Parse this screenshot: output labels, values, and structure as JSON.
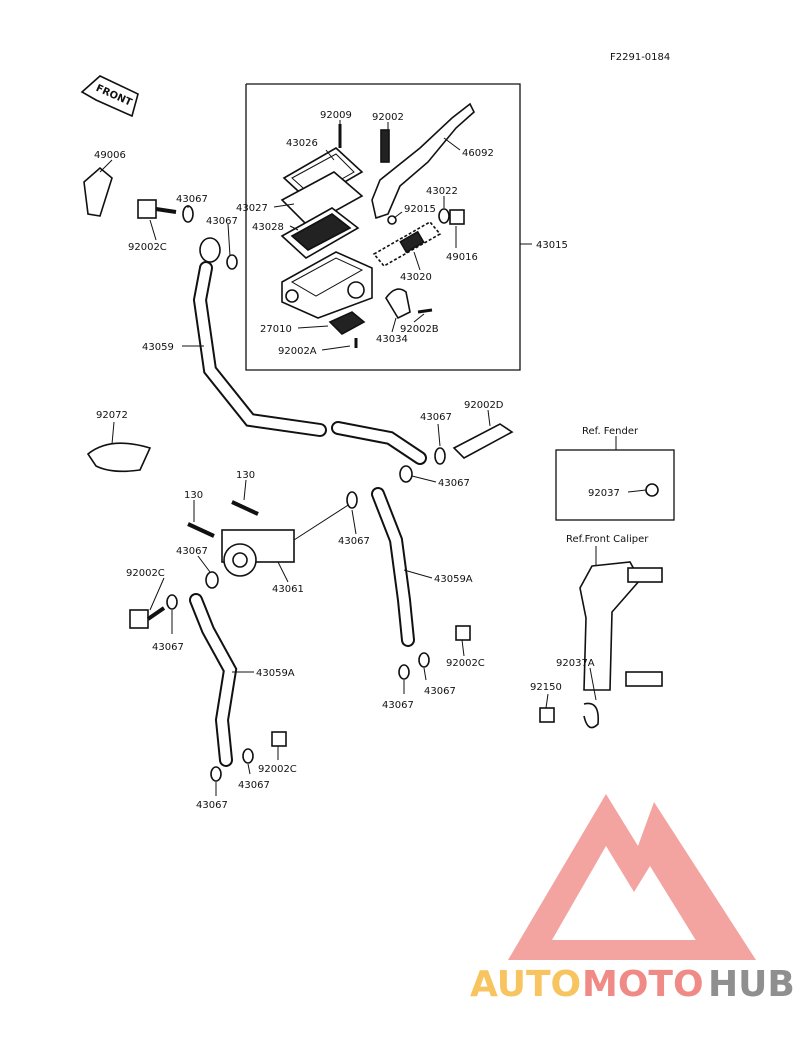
{
  "figure_code": "F2291-0184",
  "front_arrow_label": "FRONT",
  "ref_fender": "Ref. Fender",
  "ref_caliper": "Ref.Front Caliper",
  "watermark": {
    "auto": "AUTO",
    "moto": "MOTO",
    "hub": "HUB",
    "colors": {
      "auto": "#f7c45f",
      "moto": "#f08a86",
      "hub": "#8f8f8f",
      "logo": "#f29a96"
    }
  },
  "labels": {
    "p92009": "92009",
    "p92002_top": "92002",
    "p43026": "43026",
    "p46092": "46092",
    "p49006": "49006",
    "p43022": "43022",
    "p43027": "43027",
    "p43067_a": "43067",
    "p92015": "92015",
    "p43067_b": "43067",
    "p43028": "43028",
    "p43015": "43015",
    "p92002C_a": "92002C",
    "p49016": "49016",
    "p43020": "43020",
    "p27010": "27010",
    "p92002B": "92002B",
    "p43034": "43034",
    "p43059": "43059",
    "p92002A": "92002A",
    "p92072": "92072",
    "p43067_c": "43067",
    "p92002D": "92002D",
    "p43067_d": "43067",
    "p130_a": "130",
    "p130_b": "130",
    "p92037": "92037",
    "p43067_e": "43067",
    "p43067_f": "43067",
    "p92002C_b": "92002C",
    "p43061": "43061",
    "p43059A_a": "43059A",
    "p43067_g": "43067",
    "p92002C_c": "92002C",
    "p43059A_b": "43059A",
    "p43067_h": "43067",
    "p43067_i": "43067",
    "p92037A": "92037A",
    "p92150": "92150",
    "p92002C_d": "92002C",
    "p43067_j": "43067",
    "p43067_k": "43067"
  }
}
